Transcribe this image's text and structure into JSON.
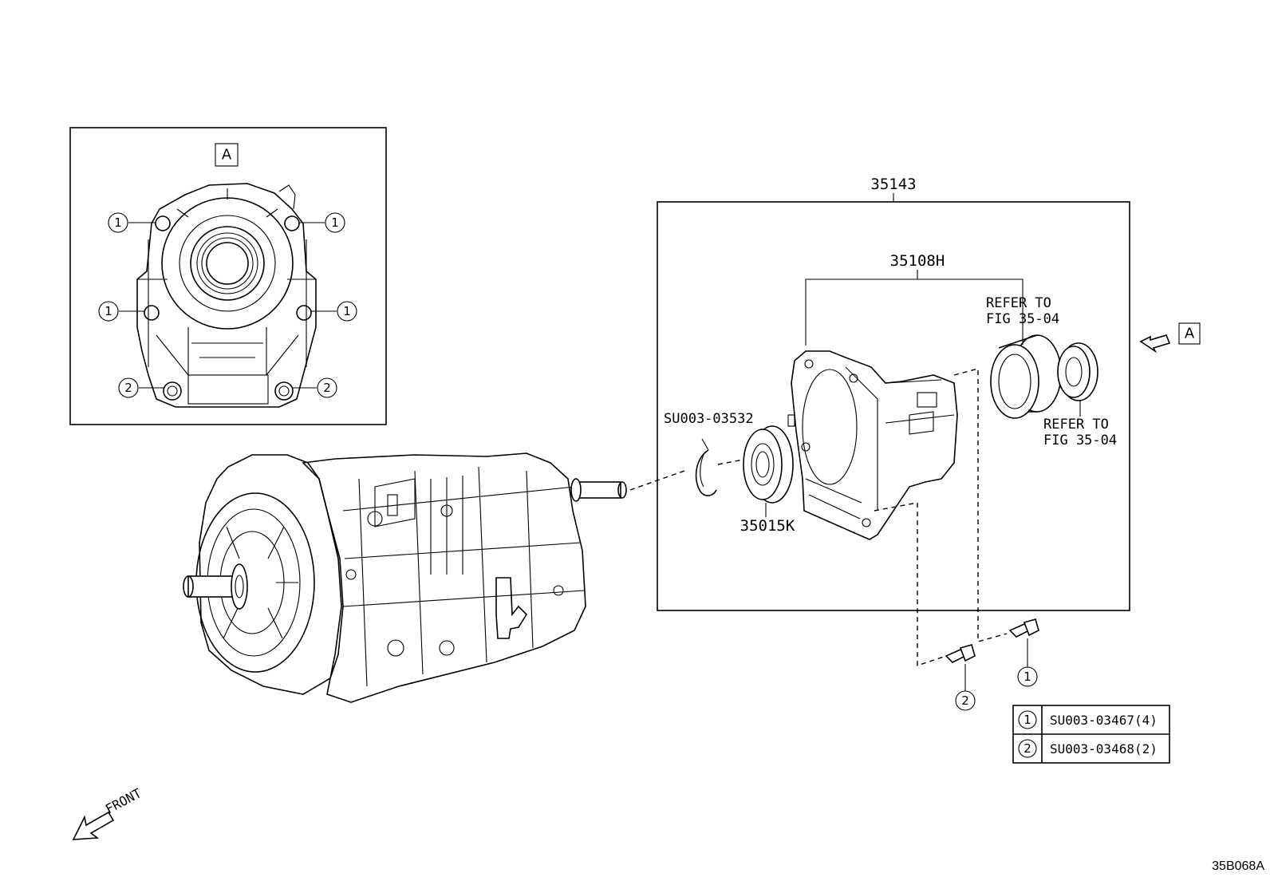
{
  "inset": {
    "view_label": "A",
    "callouts": [
      "1",
      "1",
      "1",
      "1",
      "2",
      "2"
    ]
  },
  "view_arrow_label": "A",
  "assembly": {
    "box_label": "35143",
    "housing_label": "35108H",
    "snap_ring_label": "SU003-03532",
    "bearing_label": "35015K",
    "refer_1": {
      "line1": "REFER TO",
      "line2": "FIG 35-04"
    },
    "refer_2": {
      "line1": "REFER TO",
      "line2": "FIG 35-04"
    }
  },
  "bolt_callouts": {
    "bolt1": "1",
    "bolt2": "2"
  },
  "legend": [
    {
      "num": "1",
      "part": "SU003-03467(4)"
    },
    {
      "num": "2",
      "part": "SU003-03468(2)"
    }
  ],
  "front_label": "FRONT",
  "figure_id": "35B068A"
}
